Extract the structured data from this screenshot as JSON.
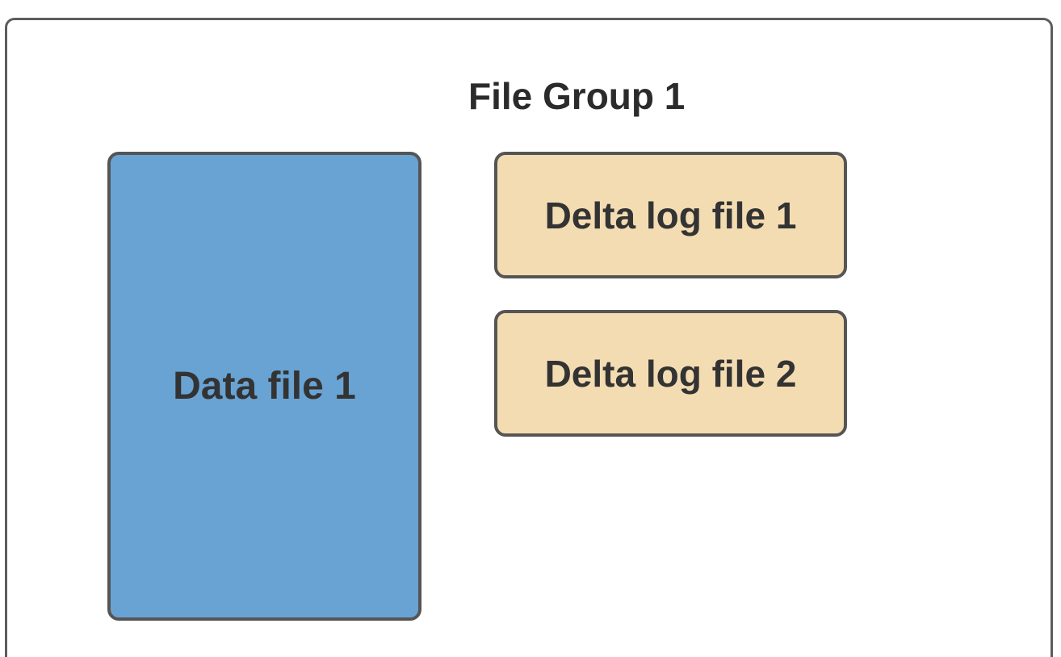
{
  "diagram": {
    "group": {
      "title": "File Group 1"
    },
    "data_file": {
      "label": "Data file 1",
      "fill": "#69a3d3"
    },
    "delta_logs": [
      {
        "label": "Delta log file 1",
        "fill": "#f4dcb2"
      },
      {
        "label": "Delta log file 2",
        "fill": "#f4dcb2"
      }
    ],
    "border_color": "#555555"
  }
}
